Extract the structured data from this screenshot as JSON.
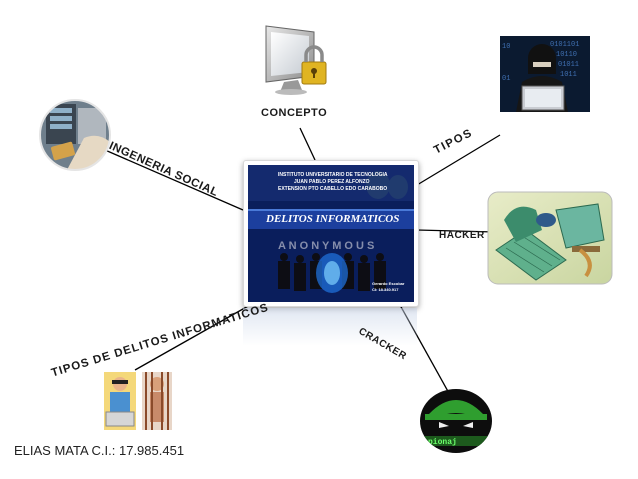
{
  "labels": {
    "concepto": "CONCEPTO",
    "tipos": "TIPOS",
    "hacker": "HACKER",
    "ingenieria_social": "INGENERIA SOCIAL",
    "tipos_delitos": "TIPOS DE DELITOS INFORMATICOS",
    "cracker": "CRACKER"
  },
  "center_slide": {
    "header_line1": "INSTITUTO UNIVERSITARIO DE TECNOLOGIA",
    "header_line2": "JUAN PABLO PEREZ ALFONZO",
    "header_line3": "EXTENSION PTO CABELLO EDO CARABOBO",
    "title": "DELITOS INFORMATICOS",
    "name": "Gerardo Escobar",
    "id": "CI: 18.340.917"
  },
  "footer": "ELIAS MATA C.I.: 17.985.451",
  "colors": {
    "slide_bg": "#0a1e5c",
    "title_bar": "#1c3f9e",
    "connector": "#000000"
  },
  "icons": [
    "locked-monitor-icon",
    "hooded-hacker-icon",
    "social-engineering-icon",
    "hacker-keyboard-icon",
    "cracker-spy-icon",
    "delitos-people-icon"
  ]
}
